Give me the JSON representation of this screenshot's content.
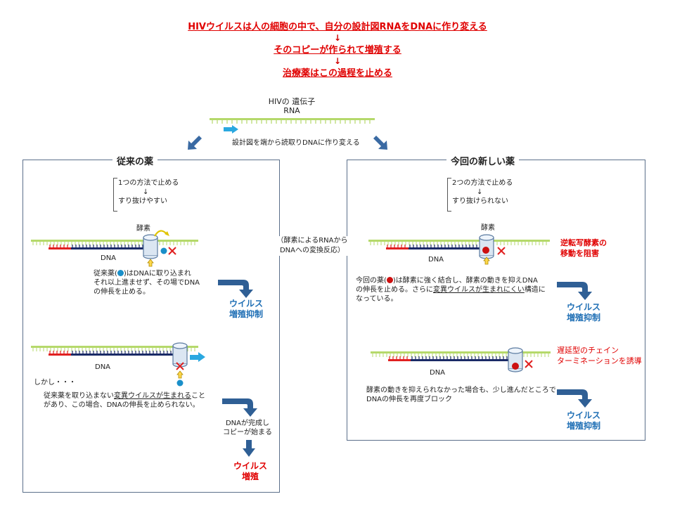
{
  "header": {
    "line1": "HIVウイルスは人の細胞の中で、自分の設計図RNAをDNAに作り変える",
    "arrow1": "↓",
    "line2": "そのコピーが作られて増殖する",
    "arrow2": "↓",
    "line3": "治療薬はこの過程を止める"
  },
  "top": {
    "gene_label_1": "HIVの 遺伝子",
    "gene_label_2": "RNA",
    "read_caption": "設計図を端から読取りDNAに作り変える"
  },
  "center_note": {
    "line1": "（酵素によるRNAから",
    "line2": "DNAへの変換反応）"
  },
  "left_panel": {
    "title": "従来の薬",
    "method_line1": "1つの方法で止める",
    "method_arrow": "↓",
    "method_line2": "すり抜けやすい",
    "enzyme_label": "酵素",
    "dna_label_1": "DNA",
    "desc1_line1": "従来薬(",
    "desc1_line1b": ")はDNAに取り込まれ",
    "desc1_line2": "それ以上進ませず、その場でDNA",
    "desc1_line3": "の伸長を止める。",
    "result1_line1": "ウイルス",
    "result1_line2": "増殖抑制",
    "dna_label_2": "DNA",
    "however": "しかし・・・",
    "desc2_line1_a": "従来薬を取り込まない",
    "desc2_line1_b": "変異ウイルスが生まれる",
    "desc2_line1_c": "こと",
    "desc2_line2": "があり、この場合、DNAの伸長を止められない。",
    "copy_line1": "DNAが完成し",
    "copy_line2": "コピーが始まる",
    "result2_line1": "ウイルス",
    "result2_line2": "増殖"
  },
  "right_panel": {
    "title": "今回の新しい薬",
    "method_line1": "2つの方法で止める",
    "method_arrow": "↓",
    "method_line2": "すり抜けられない",
    "enzyme_label": "酵素",
    "dna_label_1": "DNA",
    "note1_line1": "逆転写酵素の",
    "note1_line2": "移動を阻害",
    "desc1_line1a": "今回の薬(",
    "desc1_line1b": ")は酵素に強く結合し、酵素の動きを抑えDNA",
    "desc1_line2": "の伸長を止める。さらに",
    "desc1_line2_ul": "変異ウイルスが生まれにくい",
    "desc1_line2_end": "構造に",
    "desc1_line3": "なっている。",
    "result1_line1": "ウイルス",
    "result1_line2": "増殖抑制",
    "dna_label_2": "DNA",
    "note2_line1": "遅延型のチェイン",
    "note2_line2": "ターミネーションを誘導",
    "desc2_line1": "酵素の動きを抑えられなかった場合も、少し進んだところで",
    "desc2_line2": "DNAの伸長を再度ブロック",
    "result2_line1": "ウイルス",
    "result2_line2": "増殖抑制"
  },
  "colors": {
    "rna_green": "#b5d96b",
    "dna_navy": "#1a2a66",
    "primer_red": "#e02020",
    "accent_blue": "#1f6fb5",
    "arrow_steel": "#2f5f95",
    "drug_old": "#1a8fc9",
    "drug_new": "#cc1010"
  }
}
